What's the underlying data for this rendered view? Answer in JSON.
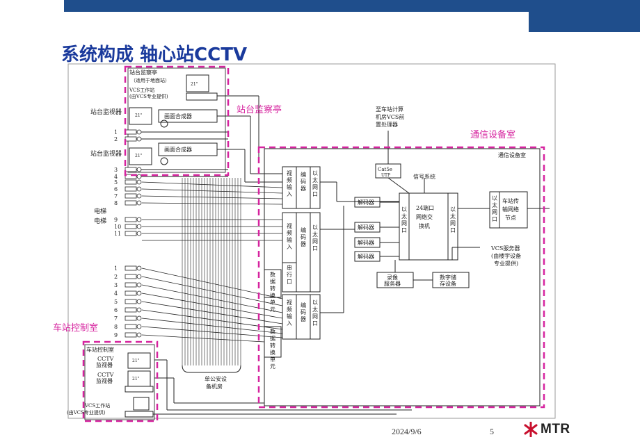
{
  "header": {
    "title": "系统构成  轴心站CCTV"
  },
  "footer": {
    "date": "2024/9/6",
    "page": "5",
    "logo_text": "MTR"
  },
  "regions": {
    "platform_booth": "站台监察亭",
    "telecom_room": "通信设备室",
    "station_control": "车站控制室"
  },
  "labels": {
    "booth_title": "站台监察亭",
    "booth_note": "（适用于地面站）",
    "vcs_ws_1": "VCS工作站",
    "vcs_ws_2": "(由VCS专业提供)",
    "platform_monitor_1": "站台监视器",
    "platform_monitor_2": "站台监视器",
    "combiner_1": "画面合成器",
    "combiner_2": "画面合成器",
    "elevator_1": "电梯",
    "elevator_2": "电梯",
    "to_station_comp_1": "至车站计算",
    "to_station_comp_2": "机房VCS前",
    "to_station_comp_3": "置处理器",
    "cat5": "Cat5e",
    "utp": "UTP",
    "telecom_room_label": "通信设备室",
    "signal_system": "信号系统",
    "switch_1": "24端口",
    "switch_2": "网络交",
    "switch_3": "换机",
    "transport_node_1": "车站传",
    "transport_node_2": "输网络",
    "transport_node_3": "节点",
    "vcs_server_1": "VCS服务器",
    "vcs_server_2": "(由楼宇设备",
    "vcs_server_3": "专业提供)",
    "recording_server_1": "录像",
    "recording_server_2": "服务器",
    "digital_storage_1": "数字储",
    "digital_storage_2": "存设备",
    "decoder": "解码器",
    "video_input": "视频输入",
    "encoder": "编码器",
    "ethernet_port": "以太网口",
    "serial_port": "串行口",
    "data_converter": "数据转换单元",
    "security_room_1": "单公安设",
    "security_room_2": "备机房",
    "control_room_title": "车站控制室",
    "cctv_monitor_1": "CCTV",
    "cctv_monitor_2": "监视器",
    "vcs_ws_ctrl_1": "VCS工作站",
    "vcs_ws_ctrl_2": "(由VCS专业提供)",
    "screen_size": "21\""
  },
  "camera_numbers": {
    "group_a": [
      "1",
      "2"
    ],
    "group_b": [
      "3",
      "4"
    ],
    "group_c": [
      "5",
      "6",
      "7",
      "8"
    ],
    "group_d": [
      "9",
      "10",
      "11"
    ],
    "group_e": [
      "1",
      "2",
      "3",
      "4",
      "5",
      "6",
      "7",
      "8",
      "9"
    ]
  },
  "colors": {
    "accent": "#1f4e8c",
    "title": "#1a3a9c",
    "highlight": "#d6249f",
    "line": "#222222"
  }
}
